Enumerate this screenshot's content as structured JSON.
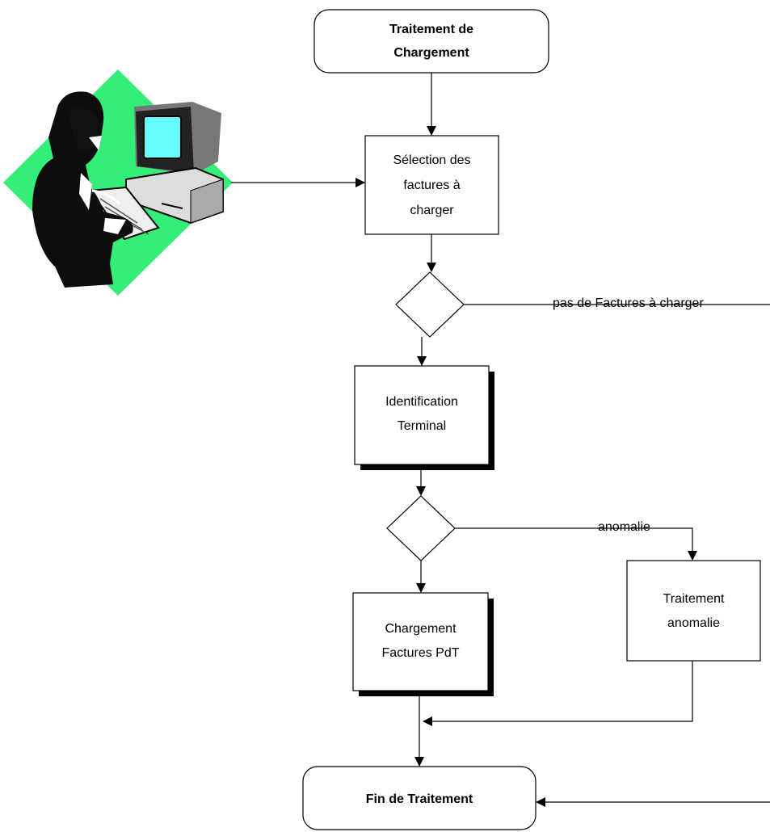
{
  "nodes": {
    "start": {
      "label": "Traitement de\nChargement"
    },
    "selection": {
      "label": "Sélection des\nfactures à\ncharger"
    },
    "identification": {
      "label": "Identification\nTerminal"
    },
    "chargement": {
      "label": "Chargement\nFactures PdT"
    },
    "anomalie_process": {
      "label": "Traitement\nanomalie"
    },
    "end": {
      "label": "Fin de Traitement"
    }
  },
  "edges": {
    "no_invoices": "pas de Factures à charger",
    "anomaly": "anomalie"
  },
  "illustration": {
    "icon": "person-at-computer-icon",
    "accent_color": "#33ee77",
    "screen_color": "#66ffff"
  }
}
